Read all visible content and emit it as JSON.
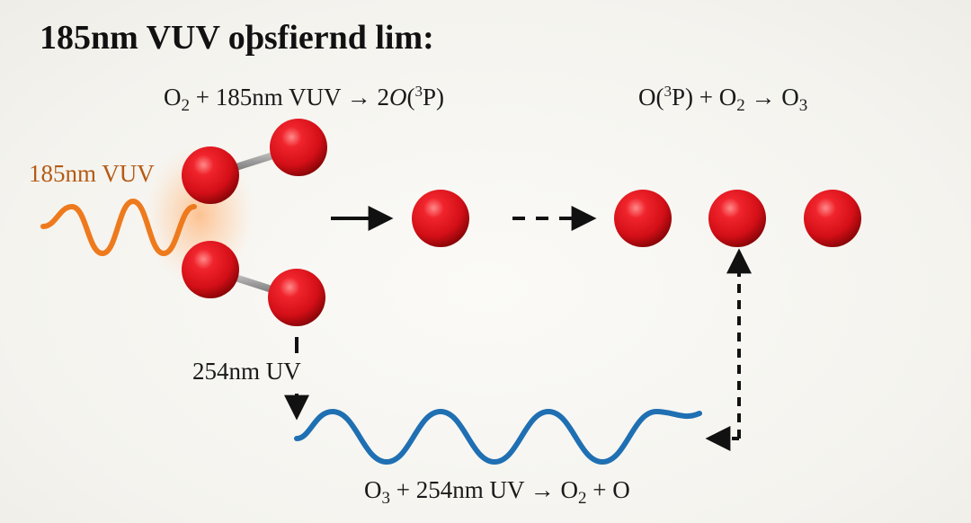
{
  "title": "185nm VUV oþsfiernd lim:",
  "equation_top_left": {
    "reactant": "O",
    "reactant_sub": "2",
    "middle": " + 185nm VUV → 2",
    "product_italic": "O",
    "open": "(",
    "sup": "3",
    "close": "P)"
  },
  "equation_top_right": {
    "a": "O(",
    "a_sup": "3",
    "b": "P) + O",
    "b_sub": "2",
    "c": " → O",
    "c_sub": "3"
  },
  "equation_bottom": {
    "a": "O",
    "a_sub": "3",
    "b": " + 254nm UV → O",
    "b_sub": "2",
    "c": " + O"
  },
  "labels": {
    "vuv": "185nm VUV",
    "uv": "254nm UV"
  },
  "colors": {
    "vuv_wave": "#ee7a1e",
    "vuv_label": "#b55a14",
    "uv_wave": "#1f6fb3",
    "atom": "#e0141c",
    "bond": "#9a9a9a",
    "arrow": "#111111"
  }
}
